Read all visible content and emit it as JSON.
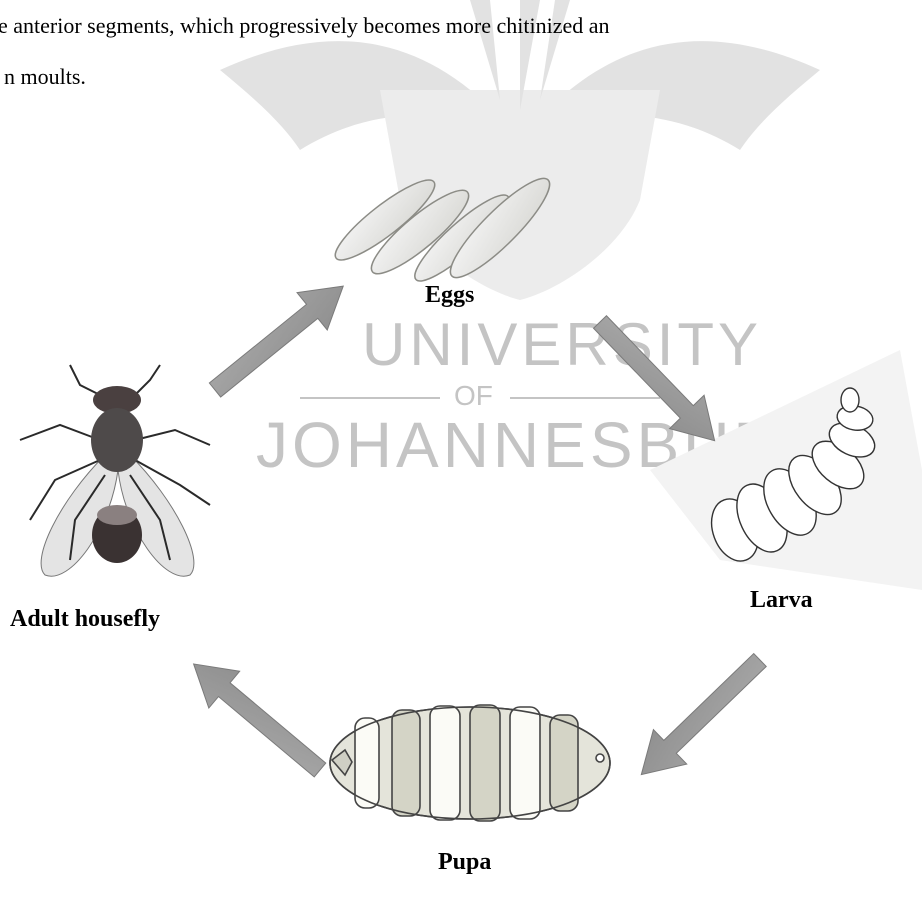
{
  "body_text": {
    "line1": "e anterior segments, which progressively becomes more chitinized an",
    "line2": "n moults."
  },
  "watermark": {
    "university": "UNIVERSITY",
    "of": "OF",
    "johannesburg": "JOHANNESBURG"
  },
  "diagram": {
    "stages": [
      {
        "name": "eggs",
        "label": "Eggs"
      },
      {
        "name": "larva",
        "label": "Larva"
      },
      {
        "name": "pupa",
        "label": "Pupa"
      },
      {
        "name": "adult",
        "label": "Adult housefly"
      }
    ],
    "arrow_color": "#9a9a9a",
    "watermark_color": "#cfcfcf"
  }
}
